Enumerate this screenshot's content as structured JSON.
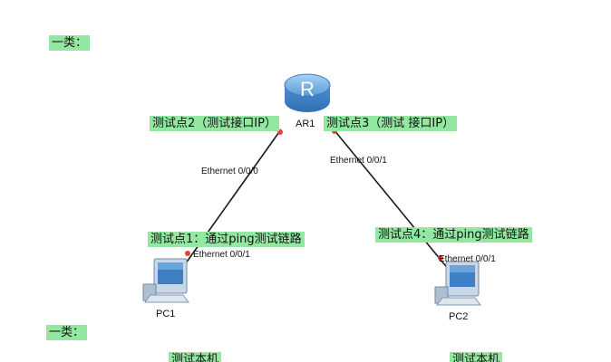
{
  "notes": {
    "category_top": "一类：",
    "test_point_2": "测试点2（测试接口IP）",
    "test_point_3": "测试点3（测试 接口IP）",
    "test_point_1": "测试点1：通过ping测试链路",
    "test_point_4": "测试点4：通过ping测试链路",
    "category_bottom": "一类：",
    "test_host_left": "测试本机",
    "test_host_right": "测试本机"
  },
  "devices": {
    "router": {
      "name": "AR1",
      "icon": "router-icon"
    },
    "pc1": {
      "name": "PC1",
      "icon": "pc-icon"
    },
    "pc2": {
      "name": "PC2",
      "icon": "pc-icon"
    }
  },
  "ports": {
    "ar1_to_pc1": "Ethernet 0/0/0",
    "ar1_to_pc2": "Ethernet 0/0/1",
    "pc1_port": "Ethernet 0/0/1",
    "pc2_port": "Ethernet 0/0/1"
  },
  "colors": {
    "note_bg": "#92e8a0",
    "port_dot": "#e8403a",
    "link_line": "#1a1a1a",
    "router_blue": "#5a9ad8"
  }
}
